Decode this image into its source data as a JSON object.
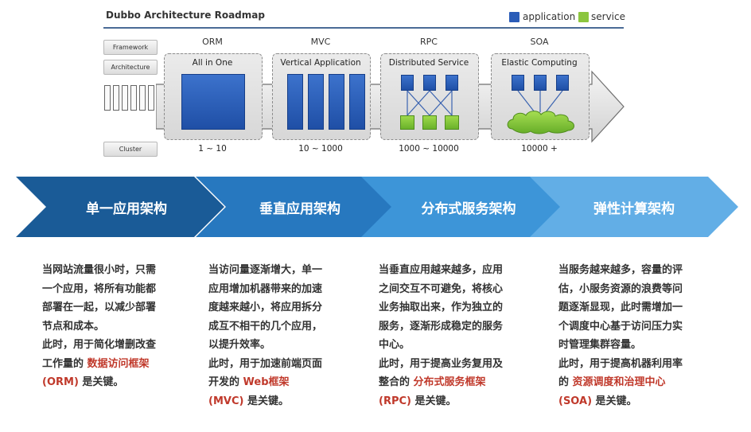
{
  "roadmap": {
    "title": "Dubbo Architecture Roadmap",
    "legend": [
      {
        "label": "application",
        "color": "#2a5cb8"
      },
      {
        "label": "service",
        "color": "#8cc63f"
      }
    ],
    "side_labels": {
      "framework": "Framework",
      "architecture": "Architecture",
      "cluster": "Cluster"
    },
    "stages": [
      {
        "framework": "ORM",
        "architecture": "All in One",
        "cluster": "1 ~ 10"
      },
      {
        "framework": "MVC",
        "architecture": "Vertical Application",
        "cluster": "10 ~ 1000"
      },
      {
        "framework": "RPC",
        "architecture": "Distributed Service",
        "cluster": "1000 ~ 10000"
      },
      {
        "framework": "SOA",
        "architecture": "Elastic Computing",
        "cluster": "10000 +"
      }
    ]
  },
  "phases": [
    {
      "title": "单一应用架构",
      "color": "#1a5b97",
      "lines": [
        "当网站流量很小时，只需",
        "一个应用，将所有功能都",
        "部署在一起，以减少部署",
        "节点和成本。",
        "此时，用于简化增删改查",
        "工作量的"
      ],
      "key_prefix": "",
      "key_highlight": "数据访问框架",
      "key_tail": "(ORM)",
      "key_suffix": " 是关键。"
    },
    {
      "title": "垂直应用架构",
      "color": "#2778bf",
      "lines": [
        "当访问量逐渐增大，单一",
        "应用增加机器带来的加速",
        "度越来越小，将应用拆分",
        "成互不相干的几个应用，",
        "以提升效率。",
        "此时，用于加速前端页面",
        "开发的"
      ],
      "key_prefix": "",
      "key_highlight": "Web框架",
      "key_tail": "(MVC)",
      "key_suffix": " 是关键。"
    },
    {
      "title": "分布式服务架构",
      "color": "#3d95d8",
      "lines": [
        "当垂直应用越来越多，应用",
        "之间交互不可避免，将核心",
        "业务抽取出来，作为独立的",
        "服务，逐渐形成稳定的服务",
        "中心。",
        "此时，用于提高业务复用及",
        "整合的"
      ],
      "key_prefix": "",
      "key_highlight": "分布式服务框架",
      "key_tail": "(RPC)",
      "key_suffix": " 是关键。"
    },
    {
      "title": "弹性计算架构",
      "color": "#62aee6",
      "lines": [
        "当服务越来越多，容量的评",
        "估，小服务资源的浪费等问",
        "题逐渐显现，此时需增加一",
        "个调度中心基于访问压力实",
        "时管理集群容量。",
        "此时，用于提高机器利用率",
        "的"
      ],
      "key_prefix": "",
      "key_highlight": "资源调度和治理中心",
      "key_tail": "(SOA)",
      "key_suffix": " 是关键。"
    }
  ]
}
